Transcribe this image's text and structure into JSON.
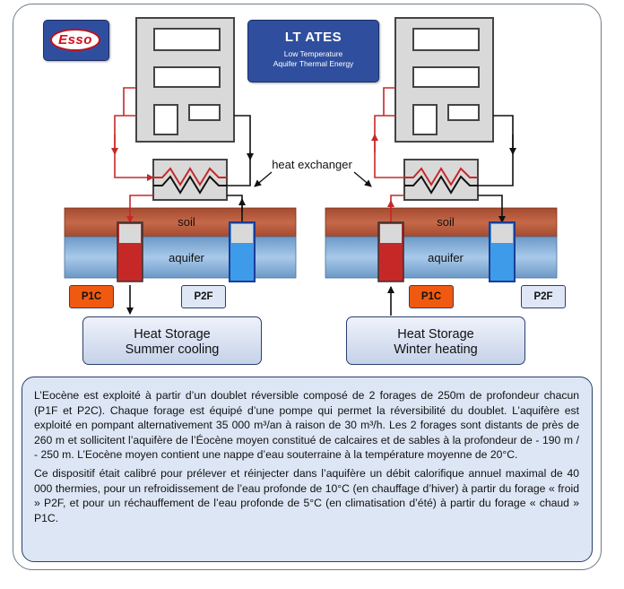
{
  "logo": {
    "text": "Esso"
  },
  "title_box": {
    "title": "LT ATES",
    "subtitle_line1": "Low Temperature",
    "subtitle_line2": "Aquifer Thermal Energy"
  },
  "diagram_labels": {
    "heat_exchanger": "heat exchanger",
    "soil": "soil",
    "aquifer": "aquifer"
  },
  "wells": {
    "hot": "P1C",
    "cold": "P2F"
  },
  "storage": {
    "left_line1": "Heat Storage",
    "left_line2": "Summer cooling",
    "right_line1": "Heat Storage",
    "right_line2": "Winter heating"
  },
  "colors": {
    "brand_blue": "#2f4f9e",
    "hot_well": "#c62828",
    "cold_well": "#3d9be9",
    "hot_tag": "#f05a10",
    "pipe_hot": "#c62828",
    "pipe_cold": "#111111",
    "soil": "#b5583a",
    "aquifer": "#8ab4dd"
  },
  "description": {
    "paragraph1": "L’Eocène est exploité à partir d’un doublet réversible composé de 2 forages de 250m de profondeur chacun (P1F et P2C). Chaque forage est équipé d’une pompe qui permet la réversibilité du doublet. L’aquifère est exploité en pompant alternativement 35 000 m³/an à raison de 30 m³/h. Les 2 forages sont distants de près de 260 m et sollicitent l’aquifère de l’Éocène moyen constitué de calcaires et de sables à la profondeur de - 190 m / - 250 m. L’Eocène moyen contient une nappe d’eau souterraine à la température moyenne de 20°C.",
    "paragraph2": "Ce dispositif était calibré pour prélever et réinjecter dans l’aquifère un débit calorifique annuel maximal de 40 000 thermies, pour un refroidissement de l’eau profonde de 10°C (en chauffage d’hiver) à partir du forage « froid » P2F, et pour un réchauffement de l’eau profonde de 5°C (en climatisation d’été) à partir du forage « chaud » P1C."
  }
}
